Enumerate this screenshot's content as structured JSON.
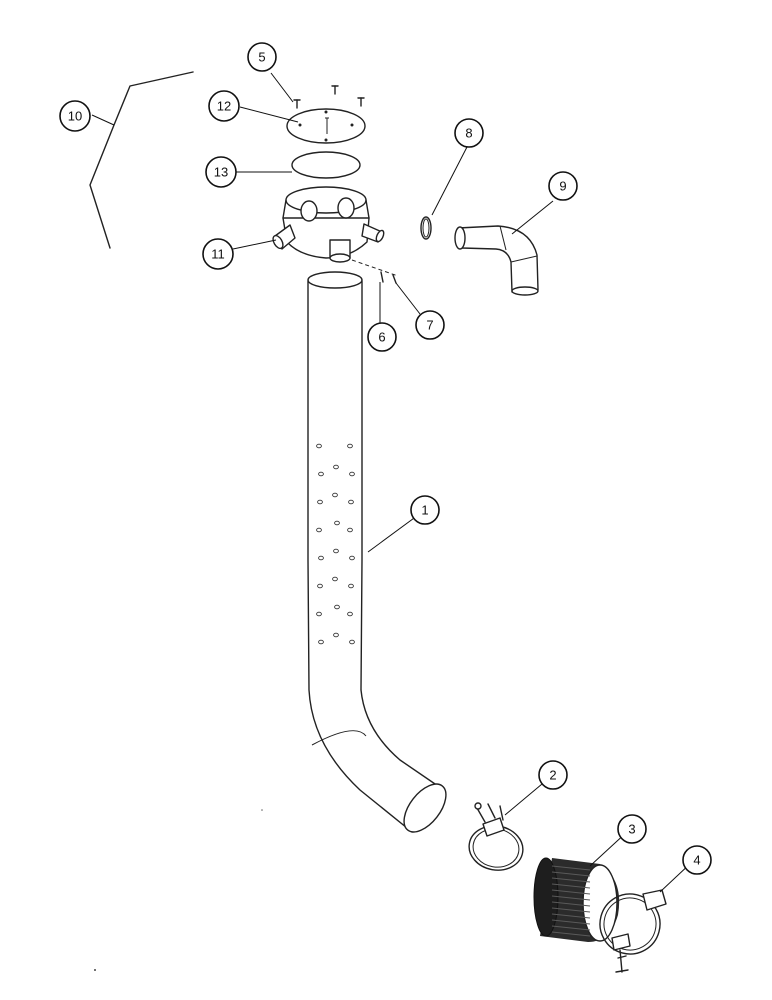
{
  "callouts": [
    {
      "id": "c1",
      "label": "1"
    },
    {
      "id": "c2",
      "label": "2"
    },
    {
      "id": "c3",
      "label": "3"
    },
    {
      "id": "c4",
      "label": "4"
    },
    {
      "id": "c5",
      "label": "5"
    },
    {
      "id": "c6",
      "label": "6"
    },
    {
      "id": "c7",
      "label": "7"
    },
    {
      "id": "c8",
      "label": "8"
    },
    {
      "id": "c9",
      "label": "9"
    },
    {
      "id": "c10",
      "label": "10"
    },
    {
      "id": "c11",
      "label": "11"
    },
    {
      "id": "c12",
      "label": "12"
    },
    {
      "id": "c13",
      "label": "13"
    }
  ],
  "colors": {
    "ink": "#222222",
    "background": "#ffffff"
  }
}
